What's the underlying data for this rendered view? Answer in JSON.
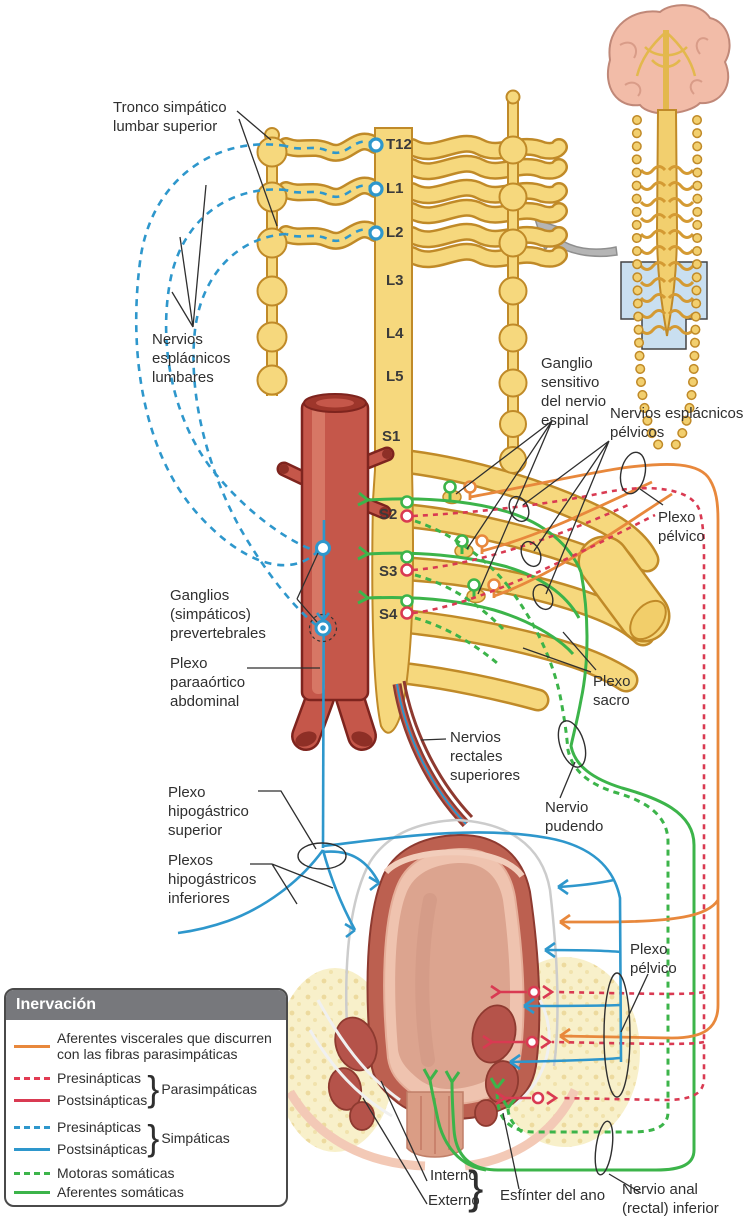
{
  "labels": {
    "tronco_simpatico": [
      "Tronco simpático",
      "lumbar superior"
    ],
    "nervios_esplacnicos_lumbares": [
      "Nervios",
      "esplácnicos",
      "lumbares"
    ],
    "ganglio_sensitivo": [
      "Ganglio",
      "sensitivo",
      "del nervio",
      "espinal"
    ],
    "nervios_esplacnicos_pelvicos": [
      "Nervios esplácnicos",
      "pélvicos"
    ],
    "plexo_pelvico_sup": [
      "Plexo",
      "pélvico"
    ],
    "ganglios_prevertebrales": [
      "Ganglios",
      "(simpáticos)",
      "prevertebrales"
    ],
    "plexo_paraaortico": [
      "Plexo",
      "paraaórtico",
      "abdominal"
    ],
    "plexo_sacro": [
      "Plexo",
      "sacro"
    ],
    "nervios_rectales": [
      "Nervios",
      "rectales",
      "superiores"
    ],
    "nervio_pudendo": [
      "Nervio",
      "pudendo"
    ],
    "plexo_hipogastrico_superior": [
      "Plexo",
      "hipogástrico",
      "superior"
    ],
    "plexos_hipogastricos_inferiores": [
      "Plexos",
      "hipogástricos",
      "inferiores"
    ],
    "plexo_pelvico_inf": [
      "Plexo",
      "pélvico"
    ],
    "interno": "Interno",
    "externo": "Externo",
    "esfinter": "Esfínter del ano",
    "nervio_anal": [
      "Nervio anal",
      "(rectal) inferior"
    ]
  },
  "spinal_levels": [
    "T12",
    "L1",
    "L2",
    "L3",
    "L4",
    "L5",
    "S1",
    "S2",
    "S3",
    "S4"
  ],
  "legend": {
    "title": "Inervación",
    "items": [
      {
        "style": "solid",
        "color": "#E8883C",
        "label_lines": [
          "Aferentes viscerales que discurren",
          "con las fibras parasimpáticas"
        ]
      },
      {
        "style": "dashed",
        "color": "#E23B53",
        "label": "Presinápticas"
      },
      {
        "style": "solid",
        "color": "#D93A52",
        "label": "Postsinápticas"
      },
      {
        "style": "dashed",
        "color": "#2E97CC",
        "label": "Presinápticas"
      },
      {
        "style": "solid",
        "color": "#2E97CC",
        "label": "Postsinápticas"
      },
      {
        "style": "dashed",
        "color": "#3CB44A",
        "label": "Motoras somáticas"
      },
      {
        "style": "solid",
        "color": "#3CB44A",
        "label": "Aferentes somáticas"
      }
    ],
    "groups": [
      {
        "label": "Parasimpáticas"
      },
      {
        "label": "Simpáticas"
      }
    ]
  },
  "colors": {
    "sympathetic_blue": "#2E97CC",
    "parasympathetic_red": "#D93A52",
    "visceral_afferent_orange": "#E8883C",
    "somatic_green": "#3CB44A",
    "nerve_yellow": "#F6D87D",
    "nerve_outline": "#C08A28",
    "aorta_red": "#C5574A",
    "legend_header_gray": "#77787C",
    "inset_highlight_blue": "#C9DFF0"
  }
}
